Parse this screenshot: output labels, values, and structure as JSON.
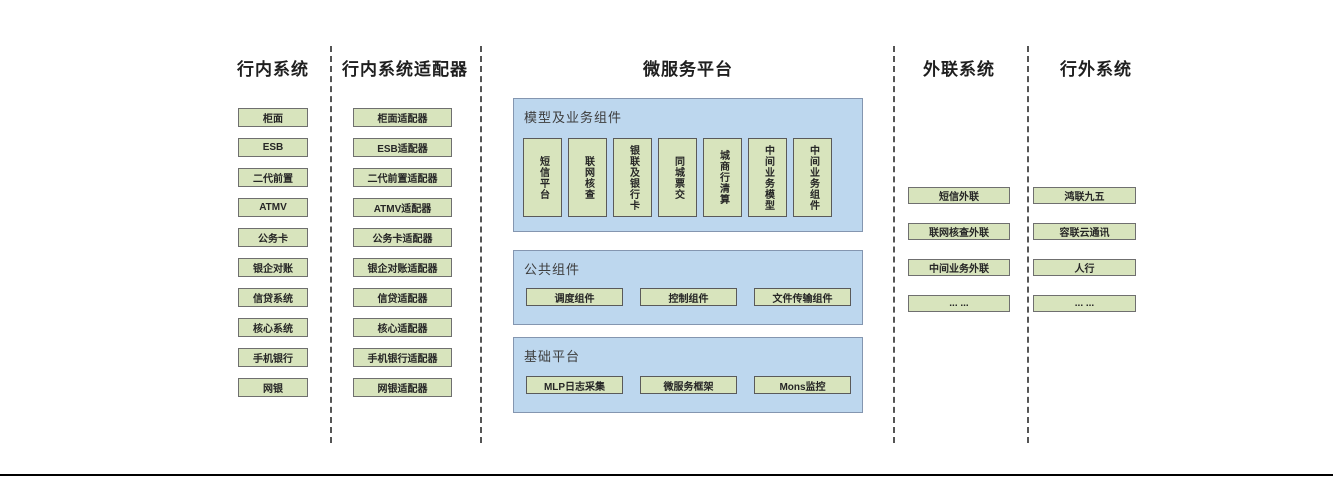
{
  "colors": {
    "box_fill": "#d8e4bd",
    "box_border": "#6f6f6f",
    "panel_fill": "#bdd7ee",
    "panel_border": "#8496b0",
    "separator": "#555555",
    "bottom_rule": "#000000",
    "header_text": "#1f1f1f",
    "box_text": "#262626"
  },
  "columns": {
    "internal": {
      "title": "行内系统",
      "items": [
        "柜面",
        "ESB",
        "二代前置",
        "ATMV",
        "公务卡",
        "银企对账",
        "信贷系统",
        "核心系统",
        "手机银行",
        "网银"
      ]
    },
    "adapters": {
      "title": "行内系统适配器",
      "items": [
        "柜面适配器",
        "ESB适配器",
        "二代前置适配器",
        "ATMV适配器",
        "公务卡适配器",
        "银企对账适配器",
        "信贷适配器",
        "核心适配器",
        "手机银行适配器",
        "网银适配器"
      ]
    },
    "platform": {
      "title": "微服务平台",
      "sections": [
        {
          "title": "模型及业务组件",
          "layout": "vertical-text",
          "items": [
            "短信平台",
            "联网核查",
            "银联及银行卡",
            "同城票交",
            "城商行清算",
            "中间业务模型",
            "中间业务组件"
          ]
        },
        {
          "title": "公共组件",
          "layout": "horizontal",
          "items": [
            "调度组件",
            "控制组件",
            "文件传输组件"
          ]
        },
        {
          "title": "基础平台",
          "layout": "horizontal",
          "items": [
            "MLP日志采集",
            "微服务框架",
            "Mons监控"
          ]
        }
      ]
    },
    "external_link": {
      "title": "外联系统",
      "items": [
        "短信外联",
        "联网核查外联",
        "中间业务外联",
        "... ..."
      ]
    },
    "outside": {
      "title": "行外系统",
      "items": [
        "鸿联九五",
        "容联云通讯",
        "人行",
        "... ..."
      ]
    }
  }
}
